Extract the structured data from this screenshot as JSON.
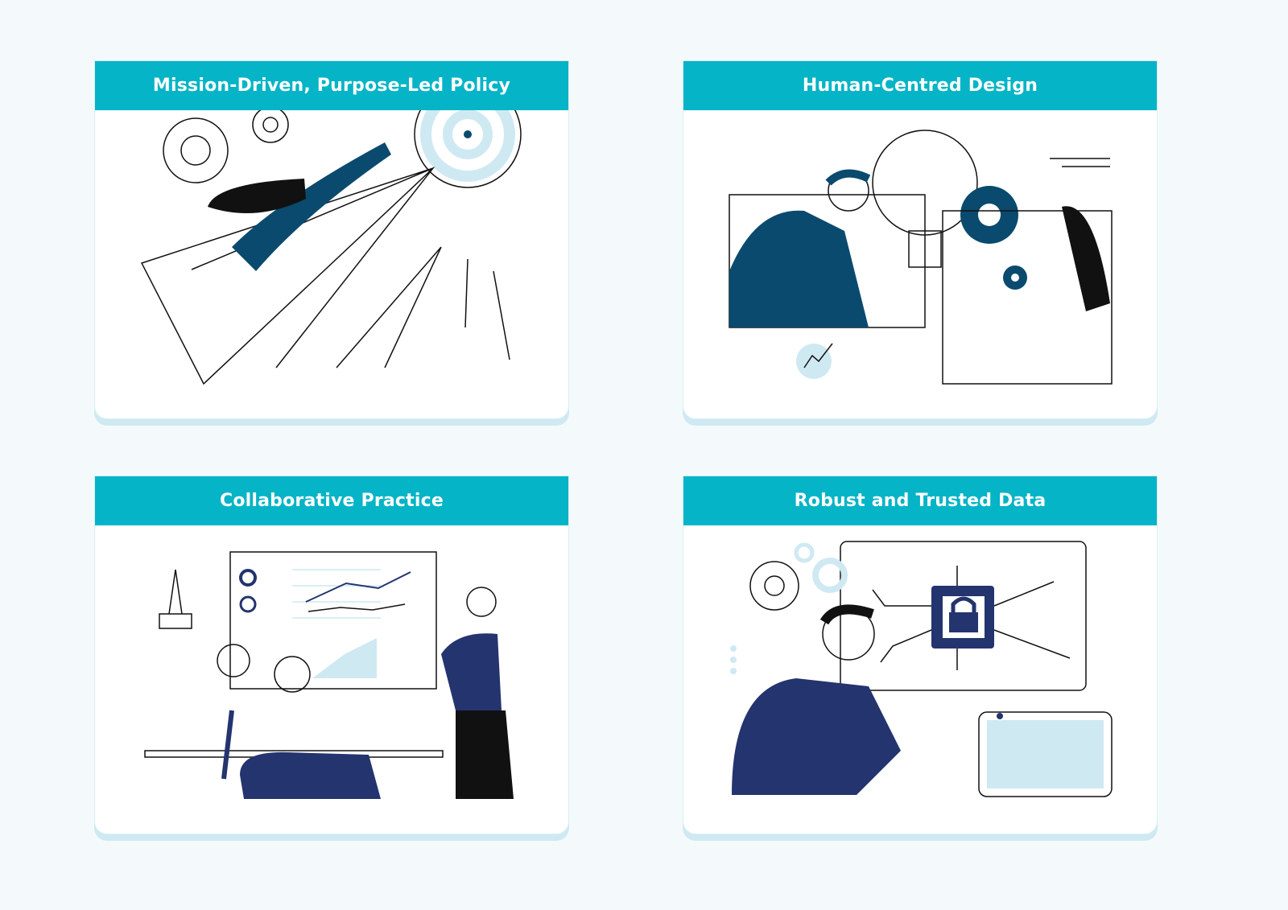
{
  "cards": [
    {
      "title": "Mission-Driven, Purpose-Led Policy",
      "illustration": "paper-plane-target"
    },
    {
      "title": "Human-Centred Design",
      "illustration": "lightbulb-gears-people"
    },
    {
      "title": "Collaborative Practice",
      "illustration": "team-meeting-chart"
    },
    {
      "title": "Robust and Trusted Data",
      "illustration": "security-lock-computer"
    }
  ],
  "colors": {
    "header": "#05b4c6",
    "navy": "#0a4a6e",
    "indigo": "#23346e",
    "light": "#cfe9f3",
    "background": "#f4fafb"
  }
}
